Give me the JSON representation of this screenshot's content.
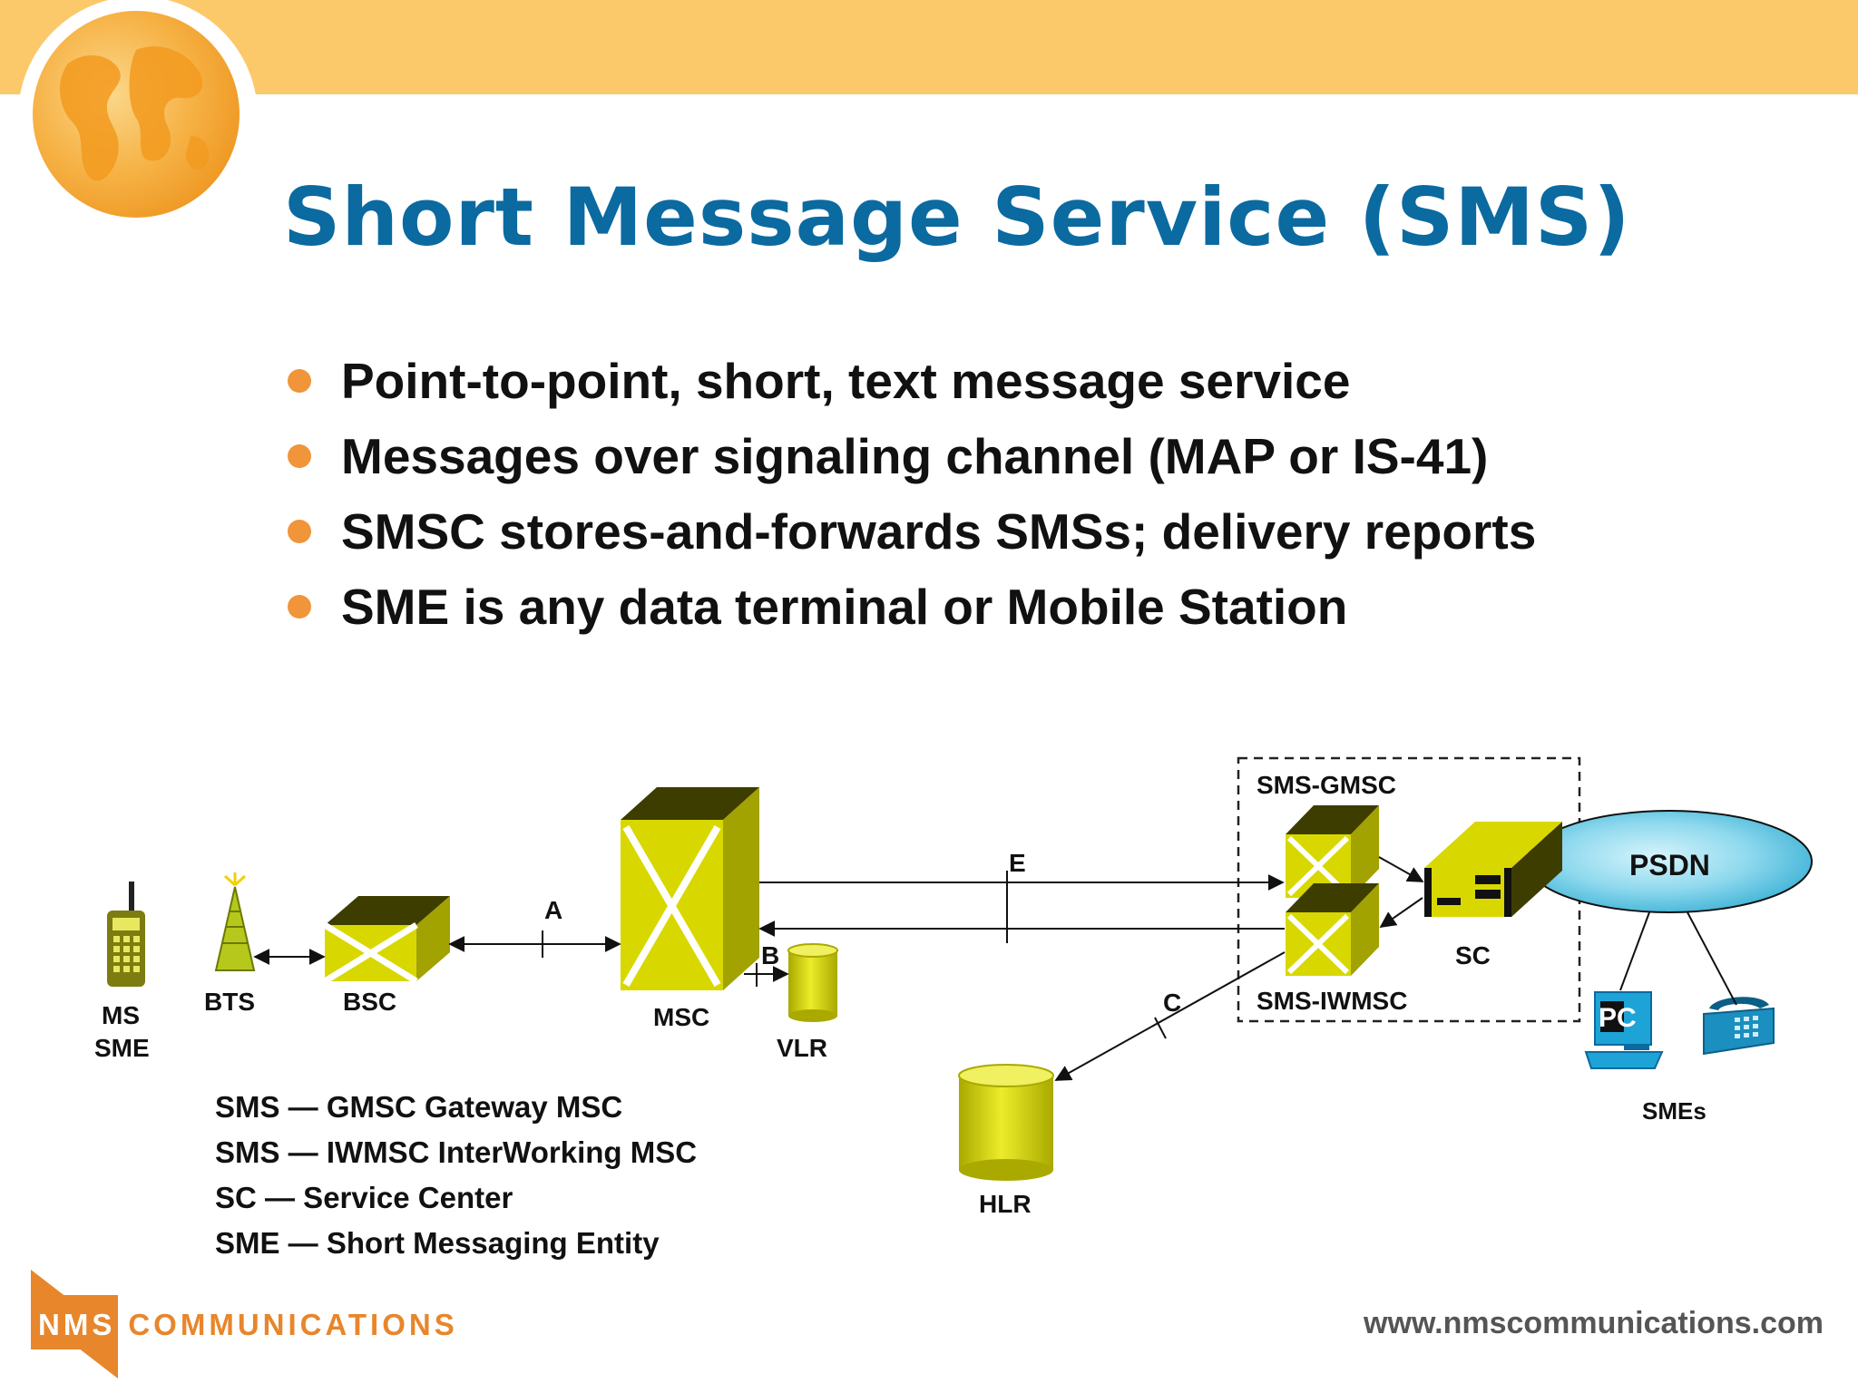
{
  "title": "Short Message Service (SMS)",
  "bullets": [
    "Point-to-point, short, text message service",
    "Messages over signaling channel (MAP or IS-41)",
    "SMSC stores-and-forwards SMSs; delivery reports",
    "SME is any data terminal or Mobile Station"
  ],
  "diagram": {
    "ms_line1": "MS",
    "ms_line2": "SME",
    "bts": "BTS",
    "bsc": "BSC",
    "msc": "MSC",
    "vlr": "VLR",
    "hlr": "HLR",
    "sms_gmsc": "SMS-GMSC",
    "sms_iwmsc": "SMS-IWMSC",
    "sc": "SC",
    "psdn": "PSDN",
    "smes": "SMEs",
    "pc_label": "PC",
    "iface_a": "A",
    "iface_b": "B",
    "iface_c": "C",
    "iface_e": "E"
  },
  "legend": [
    "SMS — GMSC  Gateway MSC",
    "SMS — IWMSC InterWorking MSC",
    "SC —  Service Center",
    "SME — Short Messaging Entity"
  ],
  "footer": {
    "logo_nms": "NMS",
    "logo_comm": "COMMUNICATIONS",
    "url": "www.nmscommunications.com"
  },
  "colors": {
    "title": "#0b6aa0",
    "top_band": "#fcc96a",
    "bullet": "#f0953a",
    "equipment": "#d8d800",
    "equipment_dark": "#3d3d00",
    "psdn": "#7fd3ea",
    "brand_orange": "#e8862b"
  }
}
